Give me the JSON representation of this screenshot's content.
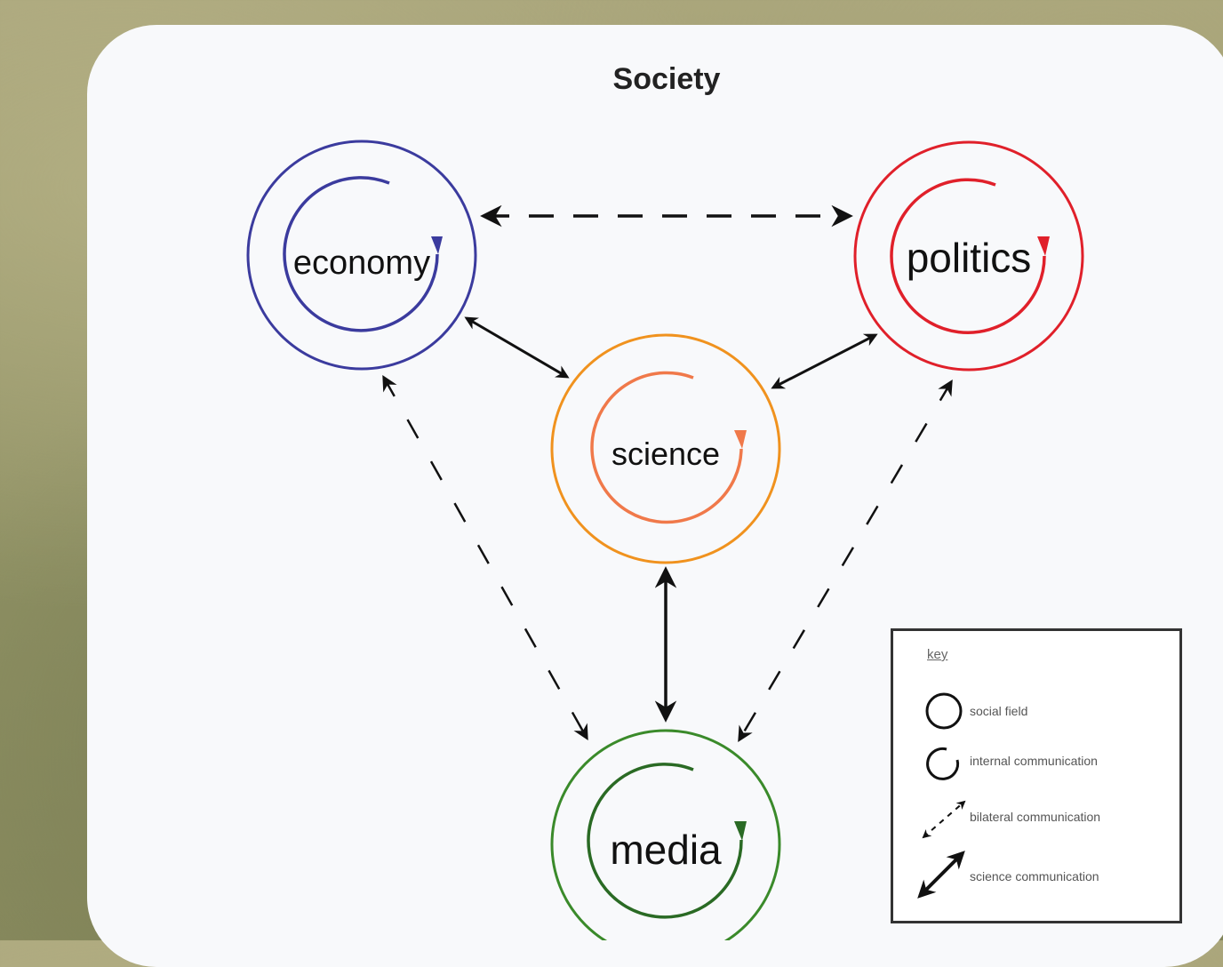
{
  "title": "Society",
  "nodes": {
    "economy": {
      "label": "economy",
      "color": "#3b3b9e"
    },
    "politics": {
      "label": "politics",
      "color": "#e0202a"
    },
    "science": {
      "label": "science",
      "color": "#f0921e",
      "inner_color": "#f0794a"
    },
    "media": {
      "label": "media",
      "color": "#3a8a2a",
      "inner_color": "#2a6a24"
    }
  },
  "legend": {
    "title": "key",
    "items": [
      {
        "label": "social field",
        "icon": "circle-icon"
      },
      {
        "label": "internal communication",
        "icon": "circular-arrow-icon"
      },
      {
        "label": "bilateral communication",
        "icon": "dashed-arrow-icon"
      },
      {
        "label": "science communication",
        "icon": "solid-arrow-icon"
      }
    ]
  }
}
